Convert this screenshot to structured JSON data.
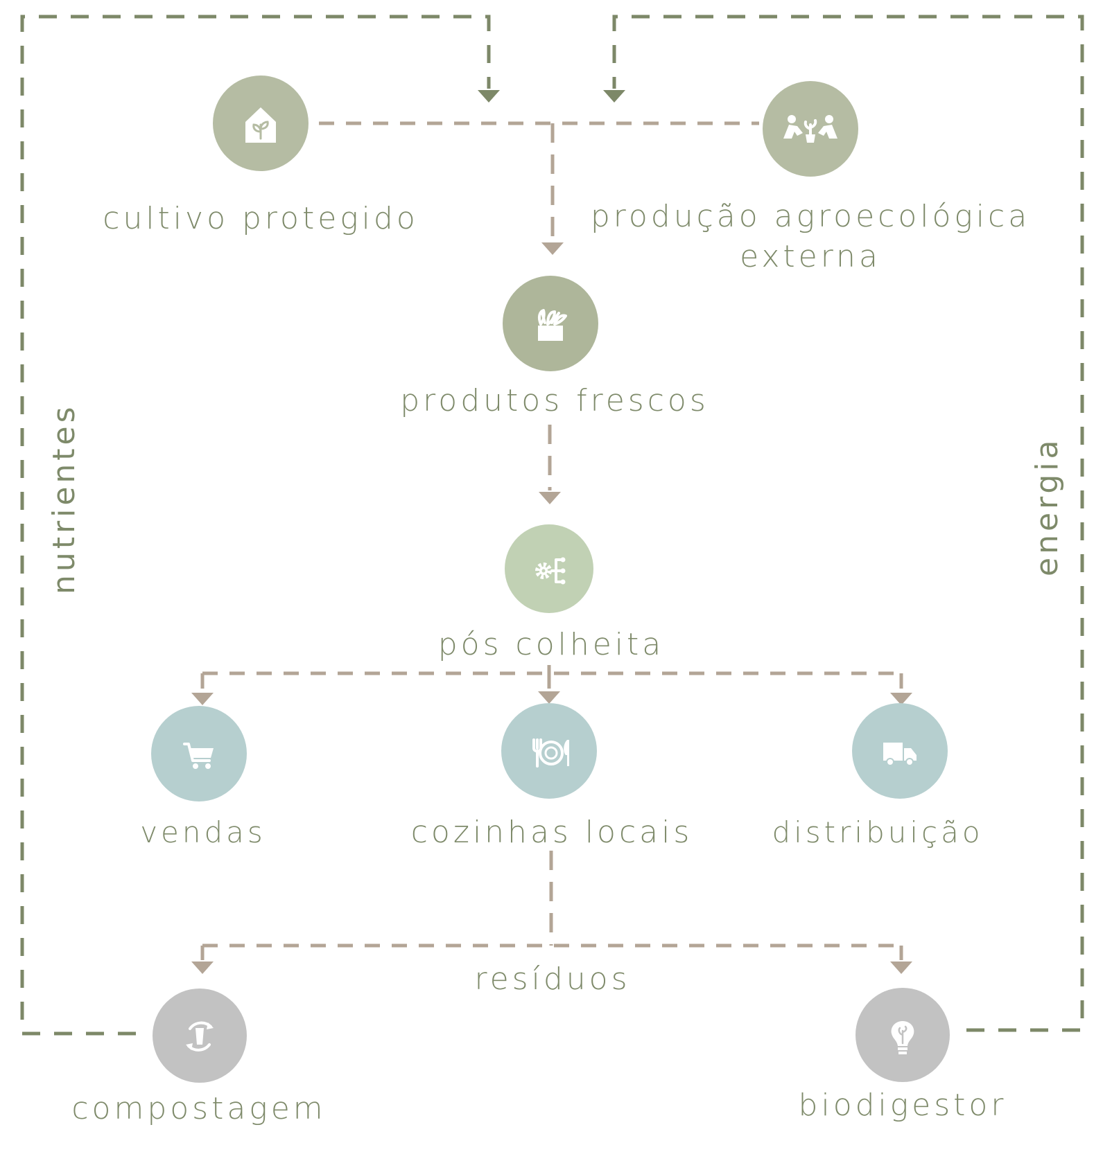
{
  "colors": {
    "green_loop": "#7d8868",
    "brown_flow": "#b3a596",
    "label_text": "#7e8a6a",
    "node_olive": "#b5bca3",
    "node_sage": "#aeb69a",
    "node_light_green": "#c1d1b4",
    "node_teal": "#b6cfcf",
    "node_gray": "#c2c2c2"
  },
  "side_labels": {
    "left": "nutrientes",
    "right": "energia"
  },
  "nodes": {
    "cultivo": {
      "label": "cultivo protegido",
      "icon": "greenhouse-plant-icon"
    },
    "agroeco": {
      "label_line1": "produção agroecológica",
      "label_line2": "externa",
      "icon": "farmers-planting-icon"
    },
    "frescos": {
      "label": "produtos frescos",
      "icon": "vegetable-box-icon"
    },
    "poscolheita": {
      "label": "pós colheita",
      "icon": "gear-process-icon"
    },
    "vendas": {
      "label": "vendas",
      "icon": "shopping-cart-icon"
    },
    "cozinhas": {
      "label": "cozinhas locais",
      "icon": "plate-cutlery-icon"
    },
    "distribuicao": {
      "label": "distribuição",
      "icon": "delivery-truck-icon"
    },
    "residuos": {
      "label": "resíduos"
    },
    "compostagem": {
      "label": "compostagem",
      "icon": "compost-recycle-icon"
    },
    "biodigestor": {
      "label": "biodigestor",
      "icon": "lightbulb-icon"
    }
  }
}
